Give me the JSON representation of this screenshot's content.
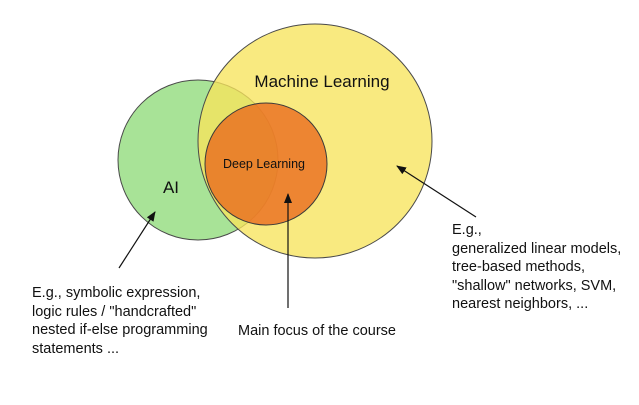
{
  "circles": {
    "ai": {
      "label": "AI",
      "fill": "#8fdb7a",
      "stroke": "#4a4a4a"
    },
    "ml": {
      "label": "Machine Learning",
      "fill": "#f7e45c",
      "stroke": "#4a4a4a"
    },
    "dl": {
      "label": "Deep Learning",
      "fill": "#ea6b1e",
      "stroke": "#3a3a3a"
    }
  },
  "notes": {
    "ai": {
      "lines": [
        "E.g., symbolic expression,",
        "logic rules / \"handcrafted\"",
        "nested if-else programming",
        "statements ..."
      ]
    },
    "ml": {
      "lines": [
        "E.g.,",
        "generalized linear models,",
        "tree-based methods,",
        "\"shallow\" networks, SVM,",
        "nearest neighbors, ..."
      ]
    },
    "dl": {
      "lines": [
        "Main focus of the course"
      ]
    }
  }
}
